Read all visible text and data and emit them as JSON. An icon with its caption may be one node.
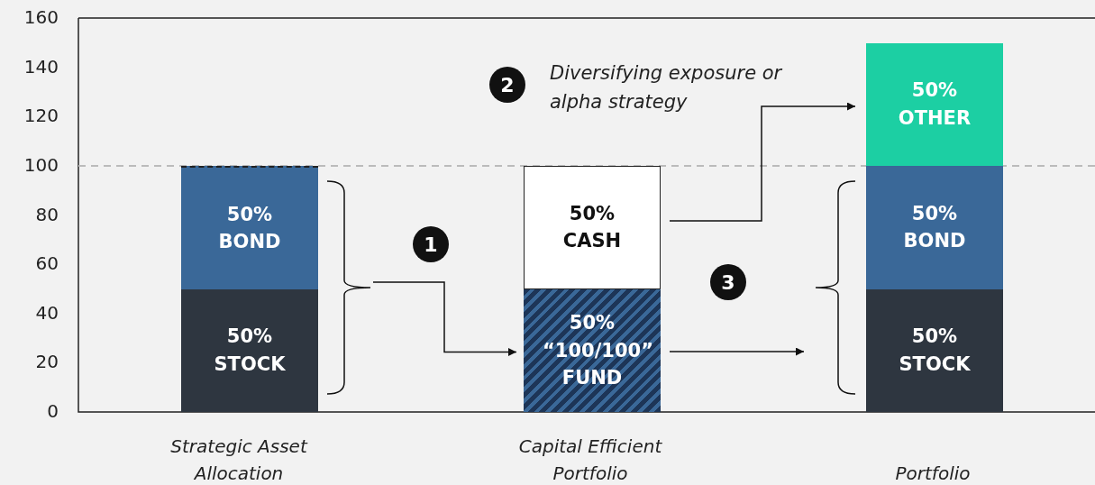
{
  "diagram": {
    "nodes": [
      {
        "text": [
          "50% BOND"
        ]
      },
      {
        "text": [
          "50% STOCK"
        ]
      },
      {
        "text": [
          "50% CASH"
        ]
      },
      {
        "text": [
          "50% “100/100” FUND"
        ]
      },
      {
        "text": [
          "50% OTHER"
        ]
      },
      {
        "text": [
          "50% BOND"
        ]
      },
      {
        "text": [
          "50% STOCK"
        ]
      },
      {
        "text": [],
        "shape": "bracket"
      },
      {
        "text": [],
        "shape": "bracket"
      },
      {
        "text": [
          "1"
        ]
      },
      {
        "text": [
          "2"
        ],
        "beside": [
          "Diversifying exposure or alpha strategy"
        ]
      },
      {
        "text": [
          "3"
        ]
      }
    ],
    "edges": [
      {
        "from": 7,
        "to": 3,
        "arrow": "to"
      },
      {
        "from": 2,
        "to": 4,
        "arrow": "to"
      },
      {
        "from": 3,
        "to": 8,
        "arrow": "to"
      }
    ],
    "labels": [
      "160",
      "140",
      "120",
      "100",
      "80",
      "60",
      "40",
      "20",
      "0",
      "Strategic Asset Allocation",
      "Capital Efficient Portfolio",
      "Portfolio"
    ]
  }
}
